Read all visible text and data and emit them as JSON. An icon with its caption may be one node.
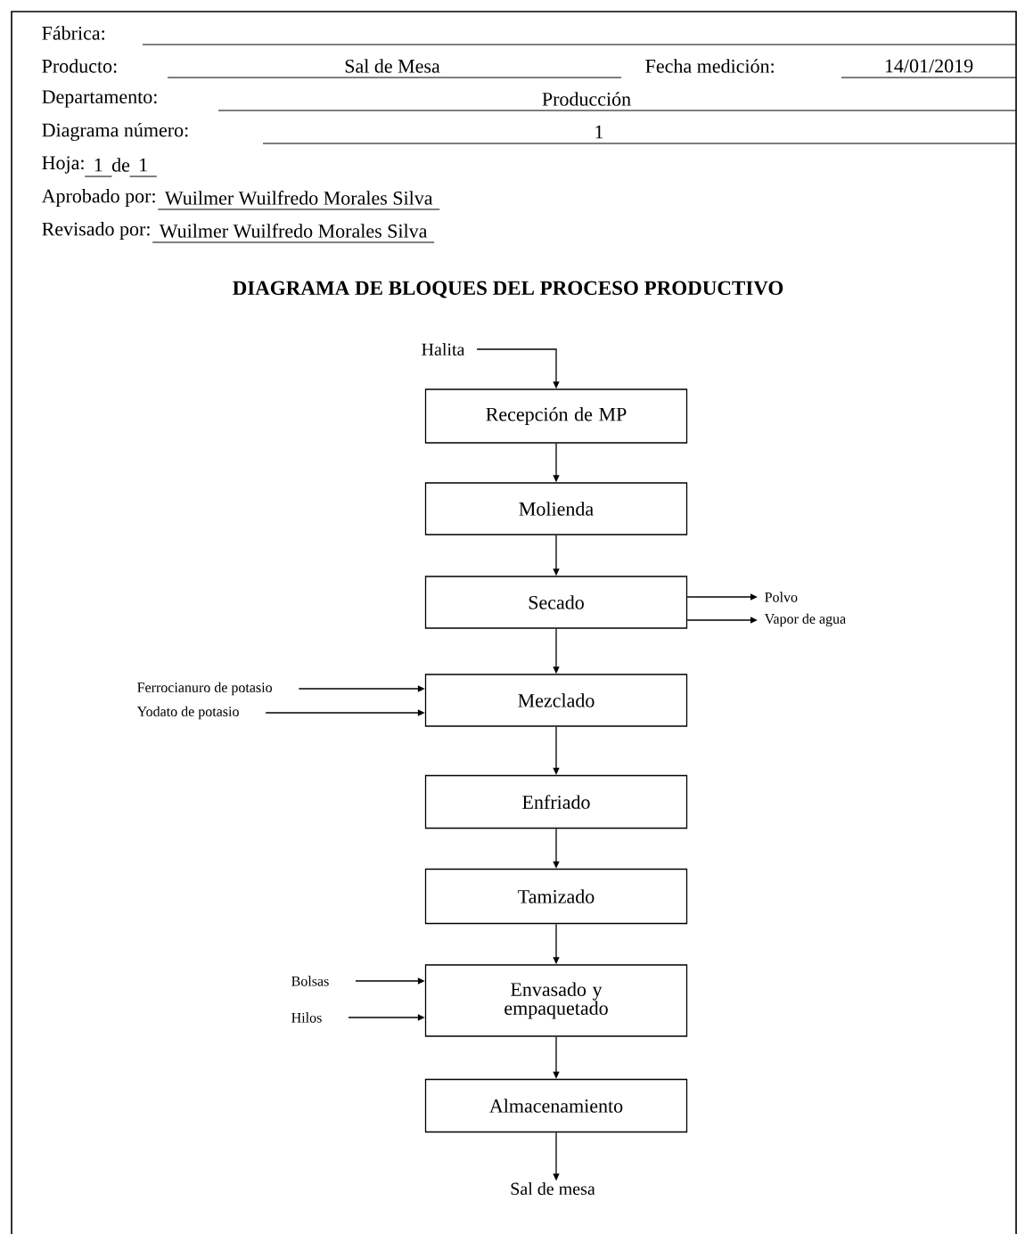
{
  "diagram": {
    "title": "DIAGRAMA DE BLOQUES DEL PROCESO PRODUCTIVO",
    "nodes": [
      {
        "text": [
          "Halita"
        ]
      },
      {
        "text": [
          "Recepción de MP"
        ]
      },
      {
        "text": [
          "Molienda"
        ]
      },
      {
        "text": [
          "Secado"
        ]
      },
      {
        "text": [
          "Polvo"
        ]
      },
      {
        "text": [
          "Vapor de agua"
        ]
      },
      {
        "text": [
          "Ferrocianuro de potasio"
        ]
      },
      {
        "text": [
          "Yodato de potasio"
        ]
      },
      {
        "text": [
          "Mezclado"
        ]
      },
      {
        "text": [
          "Enfriado"
        ]
      },
      {
        "text": [
          "Tamizado"
        ]
      },
      {
        "text": [
          "Bolsas"
        ]
      },
      {
        "text": [
          "Hilos"
        ]
      },
      {
        "text": [
          "Envasado y empaquetado"
        ]
      },
      {
        "text": [
          "Almacenamiento"
        ]
      },
      {
        "text": [
          "Sal de mesa"
        ]
      }
    ],
    "edges": [
      {
        "from": 0,
        "to": 1,
        "arrow": "to"
      },
      {
        "from": 1,
        "to": 2,
        "arrow": "to"
      },
      {
        "from": 2,
        "to": 3,
        "arrow": "to"
      },
      {
        "from": 3,
        "to": 4,
        "arrow": "to"
      },
      {
        "from": 3,
        "to": 5,
        "arrow": "to"
      },
      {
        "from": 3,
        "to": 8,
        "arrow": "to"
      },
      {
        "from": 6,
        "to": 8,
        "arrow": "to"
      },
      {
        "from": 7,
        "to": 8,
        "arrow": "to"
      },
      {
        "from": 8,
        "to": 9,
        "arrow": "to"
      },
      {
        "from": 9,
        "to": 10,
        "arrow": "to"
      },
      {
        "from": 10,
        "to": 13,
        "arrow": "to"
      },
      {
        "from": 11,
        "to": 13,
        "arrow": "to"
      },
      {
        "from": 12,
        "to": 13,
        "arrow": "to"
      },
      {
        "from": 13,
        "to": 14,
        "arrow": "to"
      },
      {
        "from": 14,
        "to": 15,
        "arrow": "to"
      }
    ],
    "labels": [
      "Fábrica:",
      "Producto:",
      "Sal de Mesa",
      "Fecha medición:",
      "14/01/2019",
      "Departamento:",
      "Producción",
      "Diagrama número:",
      "1",
      "Hoja:",
      "1",
      "de",
      "1",
      "Aprobado por:",
      "Wuilmer Wuilfredo Morales Silva",
      "Revisado por:",
      "Wuilmer Wuilfredo Morales Silva"
    ]
  }
}
